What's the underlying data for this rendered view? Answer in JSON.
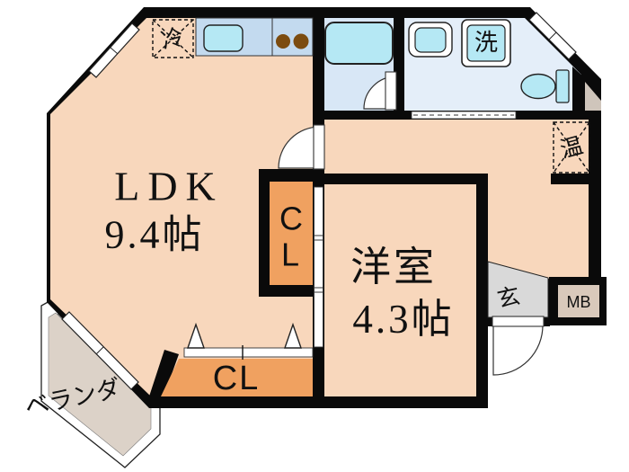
{
  "floorplan": {
    "rooms": {
      "ldk": {
        "label": "LDK",
        "size": "9.4帖"
      },
      "western": {
        "label": "洋室",
        "size": "4.3帖"
      },
      "closet_middle": {
        "letters": [
          "C",
          "L"
        ]
      },
      "closet_bottom": {
        "label": "CL"
      },
      "veranda": {
        "label": "ベランダ"
      },
      "entrance": {
        "label": "玄"
      },
      "meter_box": {
        "label": "MB"
      }
    },
    "fixtures": {
      "refrigerator": "冷",
      "washing_machine": "洗",
      "water_heater": "温"
    },
    "colors": {
      "wall": "#0a0a0a",
      "room_salmon": "#F8D7BC",
      "closet_orange": "#F0A160",
      "kitchen_counter": "#C3DAEF",
      "fixture_cyan": "#B5E8F4",
      "bathroom_blue": "#D8E7F6",
      "washroom_blue": "#E4EEF9",
      "entrance_gray": "#D9D9D9",
      "meterbox_beige": "#D9C9BB",
      "corner_beige": "#CFC5BB",
      "veranda_beige": "#DCD2C8",
      "burner_brown": "#7C4C10"
    }
  }
}
